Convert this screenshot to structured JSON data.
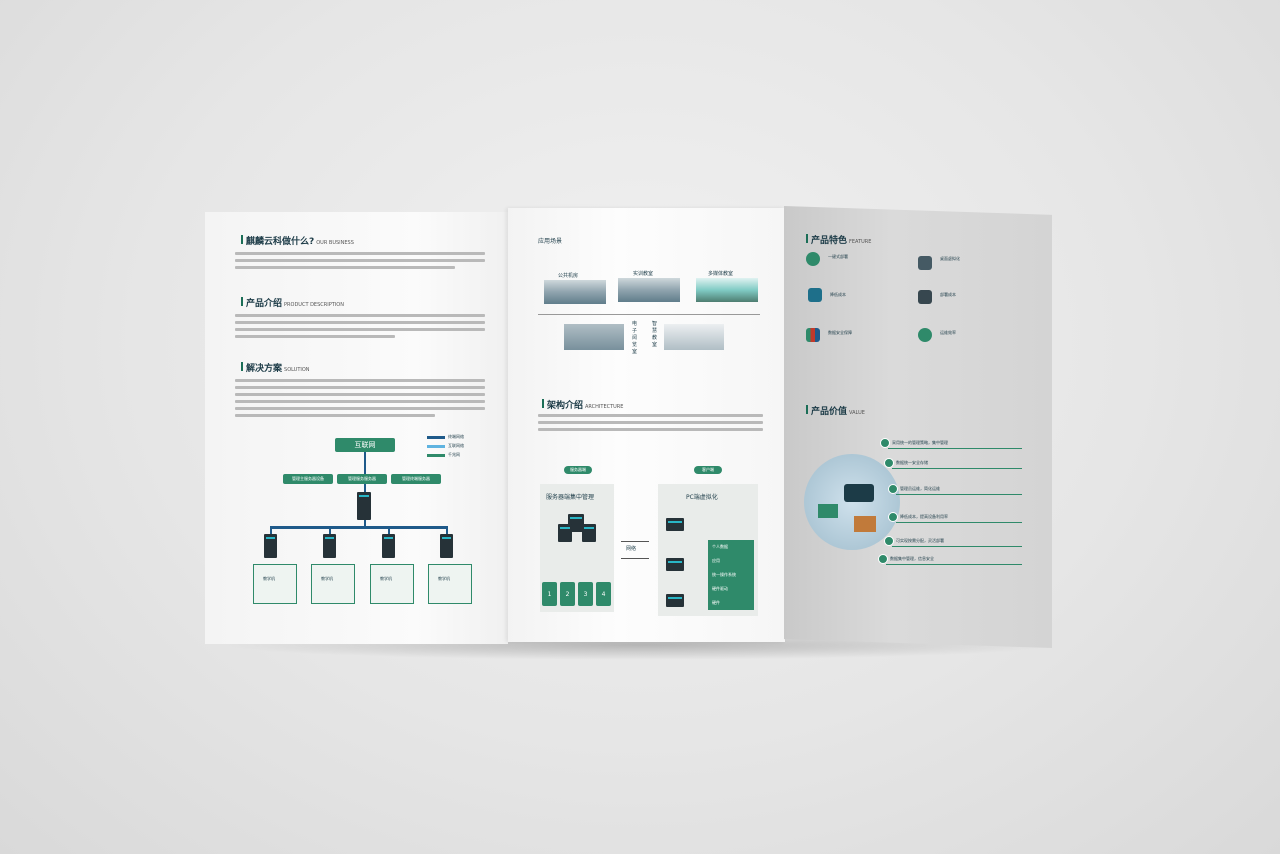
{
  "left_panel": {
    "sec1_title": "麒麟云科做什么?",
    "sec1_en": "OUR BUSINESS",
    "sec2_title": "产品介绍",
    "sec2_en": "PRODUCT DESCRIPTION",
    "sec3_title": "解决方案",
    "sec3_en": "SOLUTION",
    "diagram_top": "互联网",
    "legend": [
      "终端网络",
      "互联网络",
      "千兆网"
    ],
    "mid_boxes": [
      "管理主服务器设备",
      "管理服务服务器",
      "管理终端服务器"
    ],
    "groups": [
      "教学机",
      "教学机",
      "教学机",
      "教学机"
    ]
  },
  "middle_panel": {
    "scene_title": "应用场景",
    "scene_labels": [
      "公共机房",
      "实训教室",
      "多媒体教室",
      "电子阅览室",
      "智慧教室"
    ],
    "arch_title": "架构介绍",
    "arch_en": "ARCHITECTURE",
    "tag_left": "服务器端",
    "tag_right": "客户端",
    "server_title": "服务器端集中管理",
    "pc_title": "PC端虚拟化",
    "network": "网络",
    "numbers": [
      "1",
      "2",
      "3",
      "4"
    ],
    "right_list": [
      "个人数据",
      "应用",
      "统一操作系统",
      "硬件驱动",
      "硬件"
    ]
  },
  "right_panel": {
    "feat_title": "产品特色",
    "feat_en": "FEATURE",
    "features": [
      "一键式部署",
      "桌面虚拟化",
      "降低成本",
      "部署成本",
      "数据安全保障",
      "运维效率"
    ],
    "value_title": "产品价值",
    "value_en": "VALUE",
    "values": [
      "采用统一的管理策略，集中管理",
      "数据统一安全存储",
      "管理员运维，简化运维",
      "降低成本，提高设备利用率",
      "可实现按需分配，灵活部署",
      "数据集中管理，信息安全"
    ]
  },
  "colors": {
    "accent": "#2f8a6a",
    "dark": "#1c3b47",
    "line": "#1f5a8a"
  }
}
